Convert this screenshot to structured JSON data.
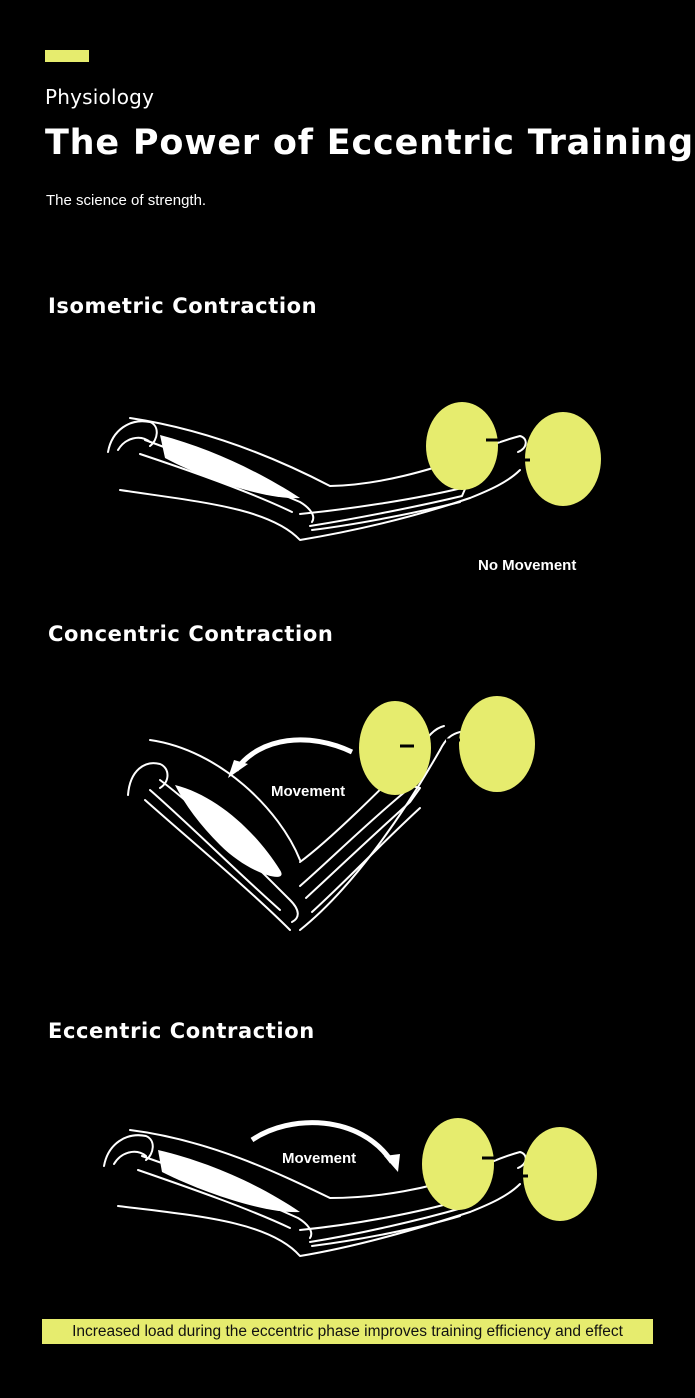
{
  "header": {
    "eyebrow": "Physiology",
    "title": "The Power of Eccentric Training",
    "subtitle": "The science of strength."
  },
  "sections": [
    {
      "title": "Isometric Contraction",
      "callout": "No Movement"
    },
    {
      "title": "Concentric Contraction",
      "callout": "Movement"
    },
    {
      "title": "Eccentric Contraction",
      "callout": "Movement"
    }
  ],
  "footer": {
    "note": "Increased load during the eccentric phase improves training efficiency and effect"
  },
  "colors": {
    "accent": "#e6ec6e",
    "background": "#000000",
    "text": "#ffffff"
  }
}
